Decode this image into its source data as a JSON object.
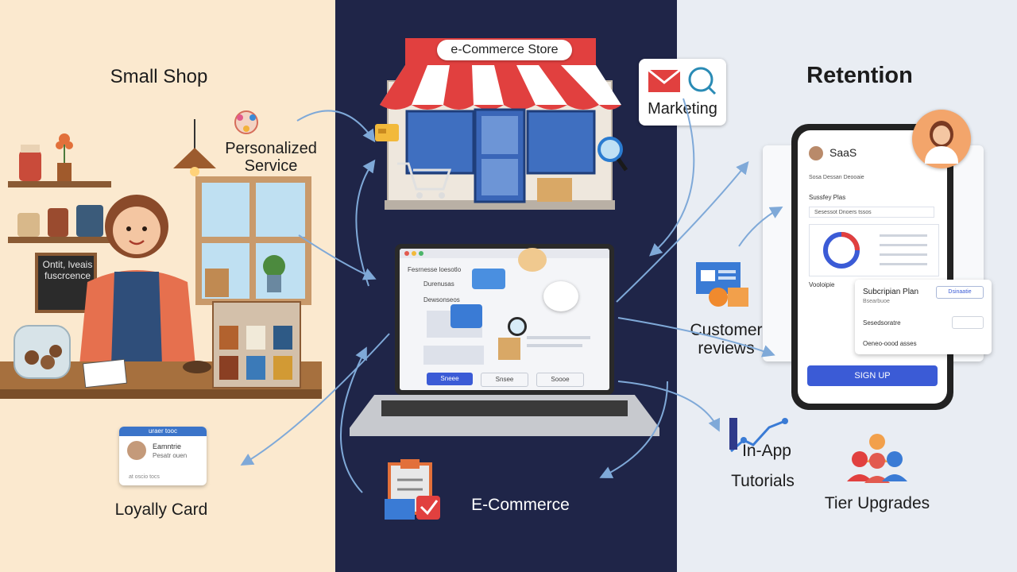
{
  "left": {
    "heading": "Small Shop",
    "service": "Personalized Service",
    "card_caption": "Loyally Card",
    "chalkboard": "Ontit, lveais fuscrcence",
    "card_header": "uraer tooc",
    "card_name": "Eamntrie",
    "card_sub": "Pesatr ouen",
    "card_footer": "at oscio tocs"
  },
  "middle": {
    "store_sign": "e-Commerce Store",
    "ecommerce": "E-Commerce",
    "laptop_tab": "Fesrnesse loesotlo",
    "laptop_heading": "Durenusas",
    "laptop_sub": "Dewsonseos",
    "laptop_btn1": "Sneee",
    "laptop_btn2": "Snsee",
    "laptop_btn3": "Soooe"
  },
  "right": {
    "heading": "Retention",
    "marketing": "Marketing",
    "reviews": "Customer reviews",
    "in_app": "In-App",
    "tutorials": "Tutorials",
    "tier": "Tier Upgrades",
    "app_title": "SaaS",
    "app_nav": "Sosa   Dessan   Deooaie",
    "app_section": "Sussfey Plas",
    "app_row": "Sesessot Dnoers tssos",
    "app_left_title": "Vooloipie",
    "sub_title": "Subcripian Plan",
    "sub_sub": "Bsearbuoe",
    "sub_badge": "Dsinaatie",
    "sub_row1": "Sesedsoratre",
    "sub_row2": "Oeneo-oood asses",
    "signup": "SIGN UP"
  },
  "colors": {
    "left_bg": "#fbe9cf",
    "mid_bg": "#1f2548",
    "right_bg": "#e9edf3",
    "awning_red": "#e1403f",
    "accent_blue": "#3b5bd6",
    "arrow_blue": "#7fa9d8"
  }
}
